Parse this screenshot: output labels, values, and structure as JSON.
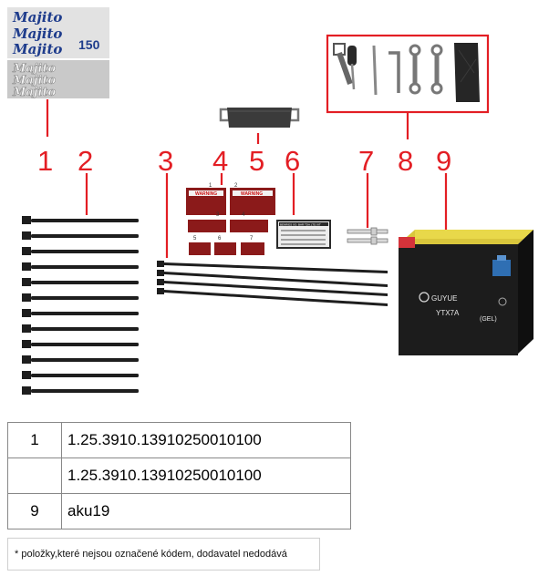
{
  "callouts": [
    "1",
    "2",
    "3",
    "4",
    "5",
    "6",
    "7",
    "8",
    "9"
  ],
  "decals": {
    "line1": "Majito",
    "line2": "Majito",
    "line3": "Majito",
    "badge": "150"
  },
  "warning_stickers": {
    "warning_label": "WARNING",
    "index_labels": [
      "1",
      "2",
      "3",
      "4",
      "5",
      "6",
      "7"
    ]
  },
  "name_plate": {
    "maker": "BENRIES XO. BAR TDA.LTD.XIT"
  },
  "battery": {
    "brand": "GUYUE",
    "model": "YTX7A",
    "type": "(GEL)"
  },
  "table": {
    "rows": [
      {
        "pos": "1",
        "code": "1.25.3910.13910250010100"
      },
      {
        "pos": "",
        "code": "1.25.3910.13910250010100"
      },
      {
        "pos": "9",
        "code": "aku19"
      }
    ]
  },
  "footnote": "* položky,které nejsou označené kódem, dodavatel nedodává",
  "colors": {
    "callout": "#e31e24",
    "battery_body": "#1c1c1c",
    "battery_top": "#e8d84a"
  }
}
